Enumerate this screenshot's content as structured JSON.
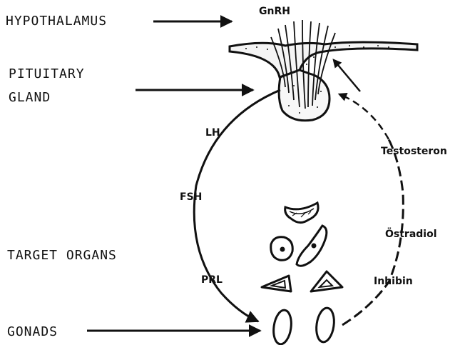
{
  "labels": {
    "hypothalamus": "HYPOTHALAMUS",
    "pituitary_line1": "PITUITARY",
    "pituitary_line2": "GLAND",
    "target_organs": "TARGET ORGANS",
    "gonads": "GONADS"
  },
  "hormones": {
    "gnrh": "GnRH",
    "lh": "LH",
    "fsh": "FSH",
    "prl": "PRL",
    "testosteron": "Testosteron",
    "ostradiol": "Östradiol",
    "inhibin": "Inhibin"
  }
}
